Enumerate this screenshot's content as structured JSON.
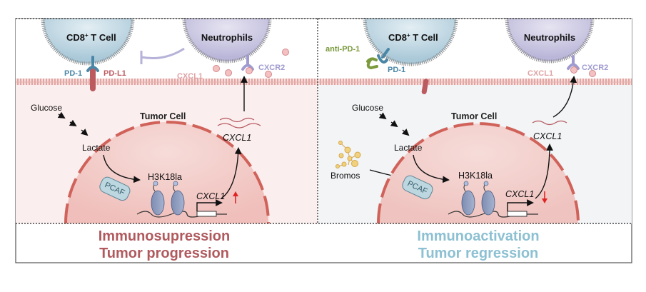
{
  "colors": {
    "tcell_fill": "#b8d3e0",
    "neutrophil_fill": "#cbc8e2",
    "tumor_bg_left": "#fbeeee",
    "tumor_bg_right": "#f2f4f6",
    "nucleus_fill": "#f3c9c6",
    "nucleus_border": "#d0625a",
    "membrane": "#d98b86",
    "pd1": "#4a86a5",
    "pdl1": "#bb5a5f",
    "cxcl1": "#e0a3a5",
    "cxcr2": "#9f9bd0",
    "anti_pd1": "#7a9a3c",
    "inhibit_line": "#b6b2d8",
    "left_outcome": "#b05a5e",
    "right_outcome": "#8cc0d2",
    "bromos": "#e0b85a",
    "up_arrow": "#e02424",
    "down_arrow": "#e02424"
  },
  "left_panel": {
    "tcell_label": "CD8",
    "tcell_sup": "+",
    "tcell_suffix": " T Cell",
    "neutrophil_label": "Neutrophils",
    "pd1_label": "PD-1",
    "pdl1_label": "PD-L1",
    "cxcl1_label": "CXCL1",
    "cxcr2_label": "CXCR2",
    "glucose_label": "Glucose",
    "lactate_label": "Lactate",
    "tumor_cell_label": "Tumor Cell",
    "pcaf_label": "PCAF",
    "histone_mark_label": "H3K18la",
    "gene_label": "CXCL1",
    "mrna_label": "CXCL1",
    "regulation": "up",
    "outcome_line1": "Immunosupression",
    "outcome_line2": "Tumor progression"
  },
  "right_panel": {
    "tcell_label": "CD8",
    "tcell_sup": "+",
    "tcell_suffix": " T Cell",
    "neutrophil_label": "Neutrophils",
    "anti_pd1_label": "anti-PD-1",
    "pd1_label": "PD-1",
    "cxcl1_label": "CXCL1",
    "cxcr2_label": "CXCR2",
    "glucose_label": "Glucose",
    "lactate_label": "Lactate",
    "bromos_label": "Bromos",
    "tumor_cell_label": "Tumor Cell",
    "pcaf_label": "PCAF",
    "histone_mark_label": "H3K18la",
    "gene_label": "CXCL1",
    "mrna_label": "CXCL1",
    "regulation": "down",
    "outcome_line1": "Immunoactivation",
    "outcome_line2": "Tumor regression"
  }
}
